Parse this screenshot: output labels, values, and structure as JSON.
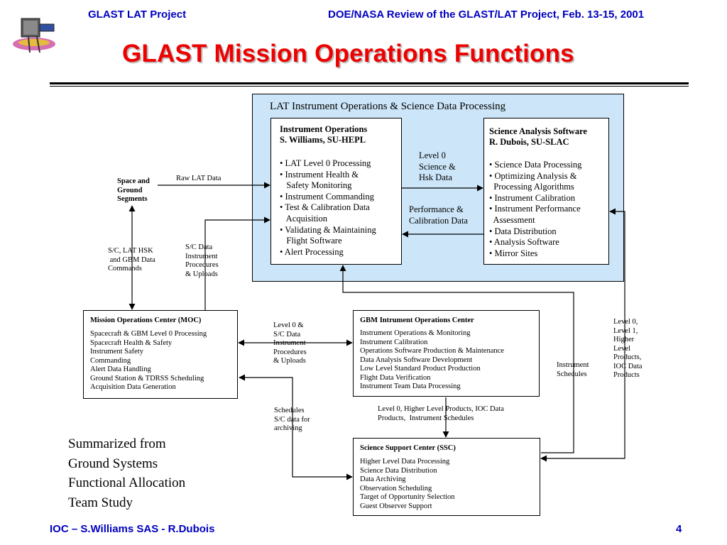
{
  "header": {
    "left": "GLAST LAT Project",
    "right": "DOE/NASA Review of the GLAST/LAT Project, Feb. 13-15, 2001"
  },
  "title": "GLAST Mission Operations Functions",
  "lat_panel": {
    "title": "LAT Instrument Operations & Science Data Processing",
    "instrument_ops": {
      "heading": [
        "Instrument Operations",
        "S. Williams, SU-HEPL"
      ],
      "items": [
        "• LAT Level 0 Processing",
        "• Instrument Health &",
        "   Safety Monitoring",
        "• Instrument Commanding",
        "• Test & Calibration Data",
        "   Acquisition",
        "• Validating & Maintaining",
        "   Flight Software",
        "• Alert Processing"
      ]
    },
    "science_sw": {
      "heading": [
        "Science Analysis Software",
        "R. Dubois, SU-SLAC"
      ],
      "items": [
        "• Science Data Processing",
        "• Optimizing Analysis &",
        "  Processing Algorithms",
        "• Instrument Calibration",
        "• Instrument Performance",
        "  Assessment",
        "• Data Distribution",
        "• Analysis Software",
        "• Mirror Sites"
      ]
    },
    "level0_label": [
      "Level 0",
      "Science &",
      "Hsk Data"
    ],
    "perf_label": [
      "Performance &",
      "Calibration Data"
    ]
  },
  "space_ground": [
    "Space and",
    "Ground",
    "Segments"
  ],
  "raw_lat_label": "Raw LAT Data",
  "sc_lat_hsk_label": [
    "S/C, LAT HSK",
    " and GBM Data",
    "Commands"
  ],
  "sc_data_label": [
    "S/C Data",
    "Instrument",
    "Procedures",
    "& Uploads"
  ],
  "moc": {
    "heading": "Mission Operations Center (MOC)",
    "items": [
      "Spacecraft & GBM Level 0 Processing",
      "Spacecraft Health & Safety",
      "Instrument Safety",
      "Commanding",
      "Alert Data Handling",
      "Ground Station & TDRSS Scheduling",
      "Acquisition Data Generation"
    ]
  },
  "level0_sc_label": [
    "Level 0 &",
    "S/C Data",
    "Instrument",
    "Procedures",
    "& Uploads"
  ],
  "gbm": {
    "heading": "GBM Intrument Operations Center",
    "items": [
      "Instrument Operations & Monitoring",
      "Instrument Calibration",
      "Operations Software Production & Maintenance",
      "Data Analysis Software Development",
      "Low Level Standard Product Production",
      "Flight Data Verification",
      "Instrument Team Data Processing"
    ]
  },
  "instrument_schedules_label": [
    "Instrument",
    "Schedules"
  ],
  "level0_higher_label": [
    "Level 0,",
    "Level 1,",
    "Higher",
    "Level",
    "Products,",
    "IOC Data",
    "Products"
  ],
  "gbm_to_ssc_label": [
    "Level 0, Higher Level Products, IOC Data",
    "Products,  Instrument Schedules"
  ],
  "schedules_label": [
    "Schedules",
    "S/C data for",
    "archiving"
  ],
  "ssc": {
    "heading": "Science Support Center (SSC)",
    "items": [
      "Higher Level Data Processing",
      "Science Data Distribution",
      "Data Archiving",
      "Observation Scheduling",
      "Target of Opportunity Selection",
      "Guest Observer Support"
    ]
  },
  "summary": [
    "Summarized from",
    "Ground Systems",
    "Functional Allocation",
    "Team Study"
  ],
  "footer": {
    "left": "IOC – S.Williams SAS - R.Dubois",
    "page": "4"
  }
}
